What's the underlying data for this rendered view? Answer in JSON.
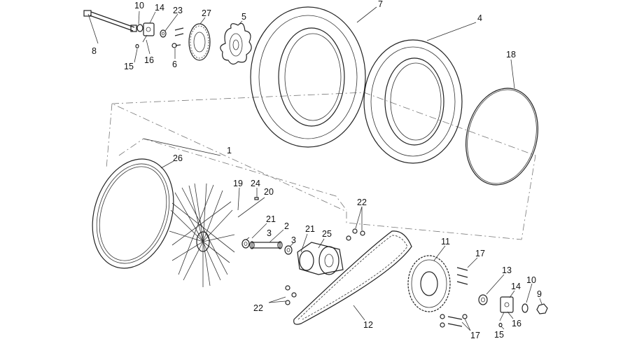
{
  "callouts": {
    "c1": "1",
    "c2": "2",
    "c3a": "3",
    "c3b": "3",
    "c4": "4",
    "c5": "5",
    "c6": "6",
    "c7": "7",
    "c8": "8",
    "c9": "9",
    "c10a": "10",
    "c10b": "10",
    "c11": "11",
    "c12": "12",
    "c13": "13",
    "c14a": "14",
    "c14b": "14",
    "c15a": "15",
    "c15b": "15",
    "c16a": "16",
    "c16b": "16",
    "c17a": "17",
    "c17b": "17",
    "c18": "18",
    "c19": "19",
    "c20": "20",
    "c21a": "21",
    "c21b": "21",
    "c22a": "22",
    "c22b": "22",
    "c23": "23",
    "c24": "24",
    "c25": "25",
    "c26": "26",
    "c27": "27"
  }
}
